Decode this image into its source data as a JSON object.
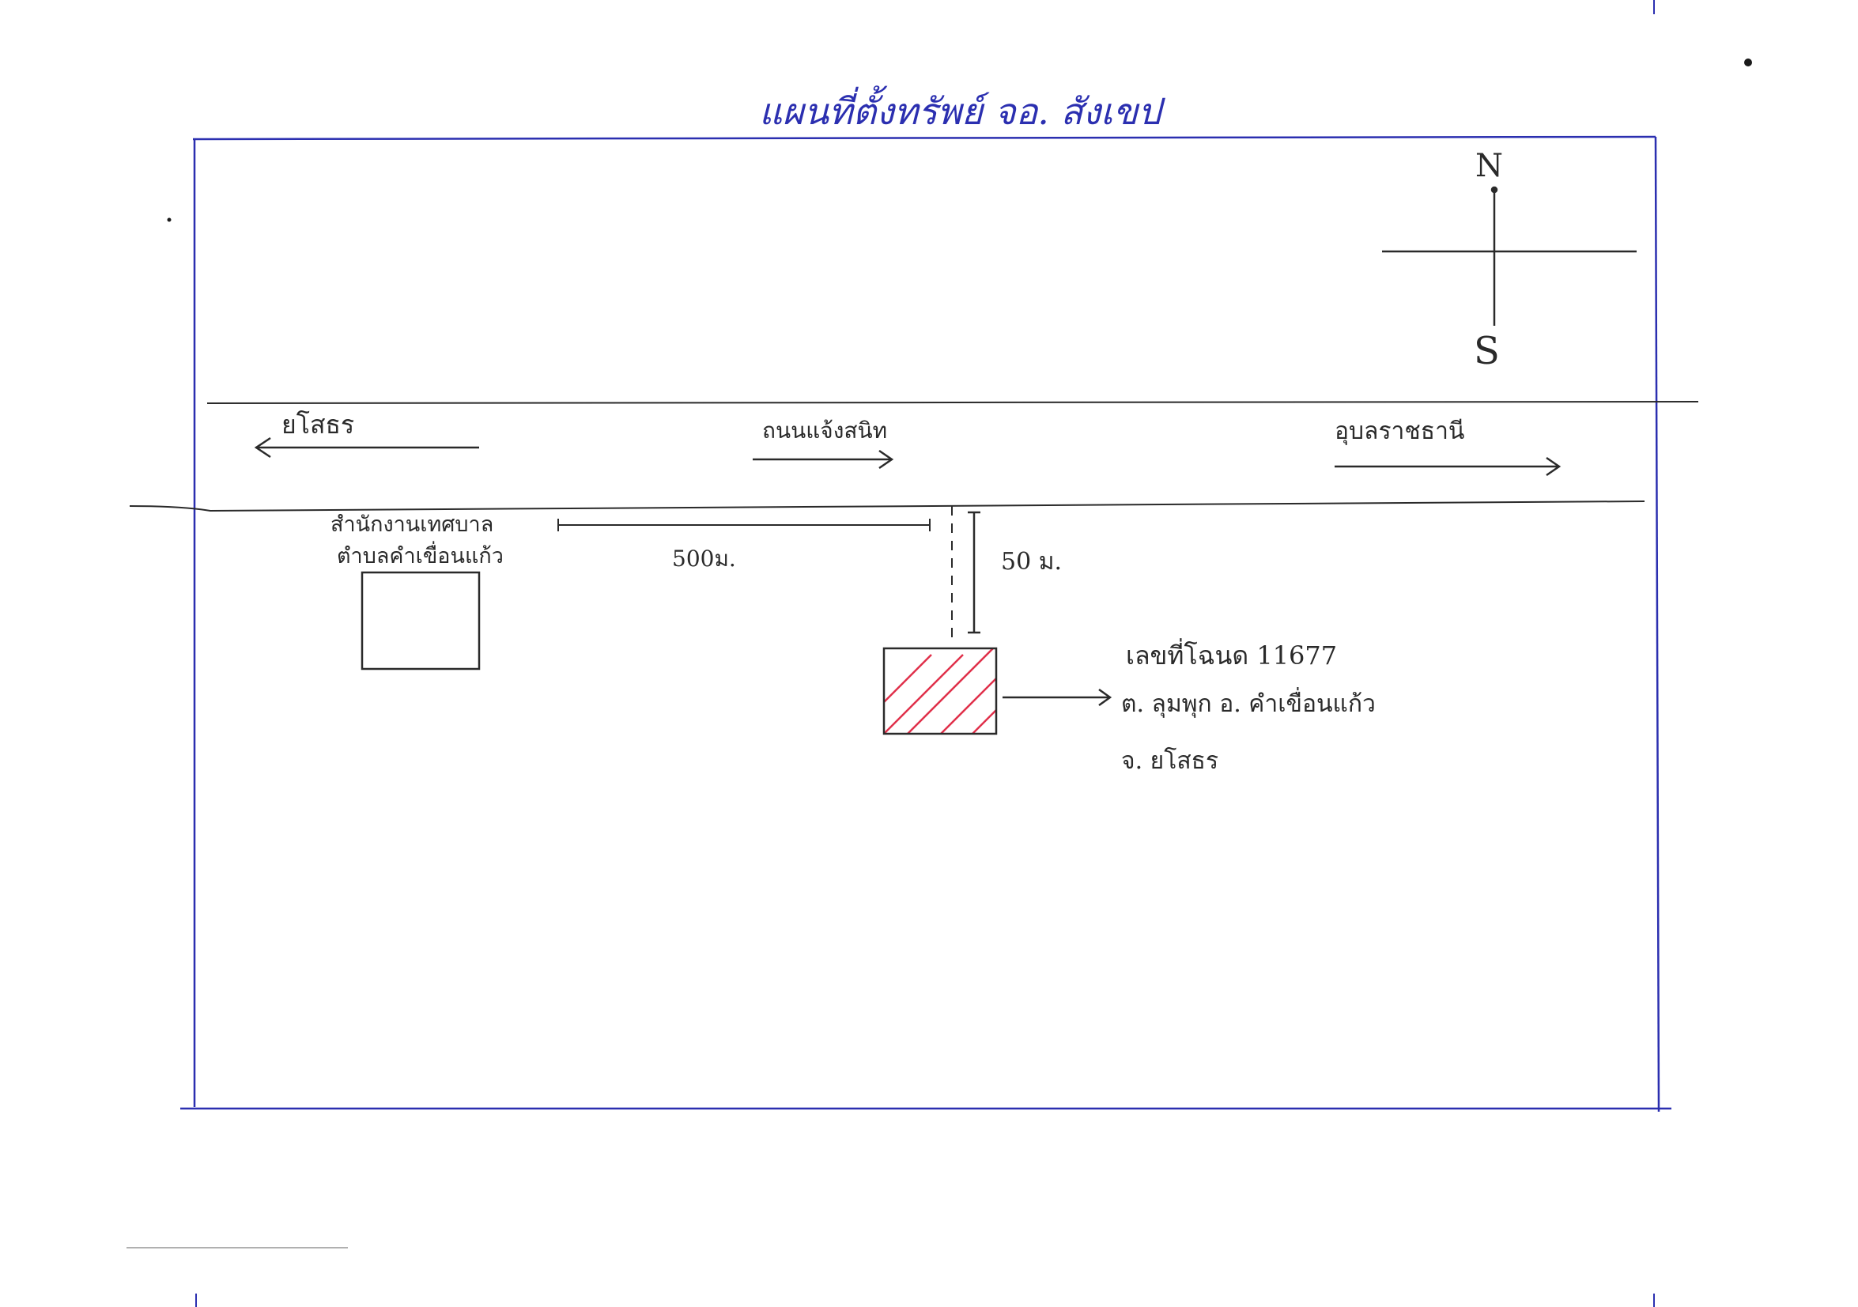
{
  "map": {
    "title": "แผนที่ตั้งทรัพย์ จอ. สังเขป",
    "compass": {
      "north": "N",
      "south": "S"
    },
    "road": {
      "name": "ถนนแจ้งสนิท",
      "toward_left": "ยโสธร",
      "toward_right": "อุบลราชธานี"
    },
    "office": {
      "line1": "สำนักงานเทศบาล",
      "line2": "ตำบลคำเขื่อนแก้ว"
    },
    "distances": {
      "along_road": "500ม.",
      "from_road": "50 ม."
    },
    "property": {
      "deed": "เลขที่โฉนด 11677",
      "location_line1": "ต. ลุมพุก อ. คำเขื่อนแก้ว",
      "location_line2": "จ. ยโสธร"
    }
  },
  "colors": {
    "ink": "#2a2a2a",
    "frame_blue": "#2b2fb0",
    "hatch_red": "#e0304a"
  }
}
